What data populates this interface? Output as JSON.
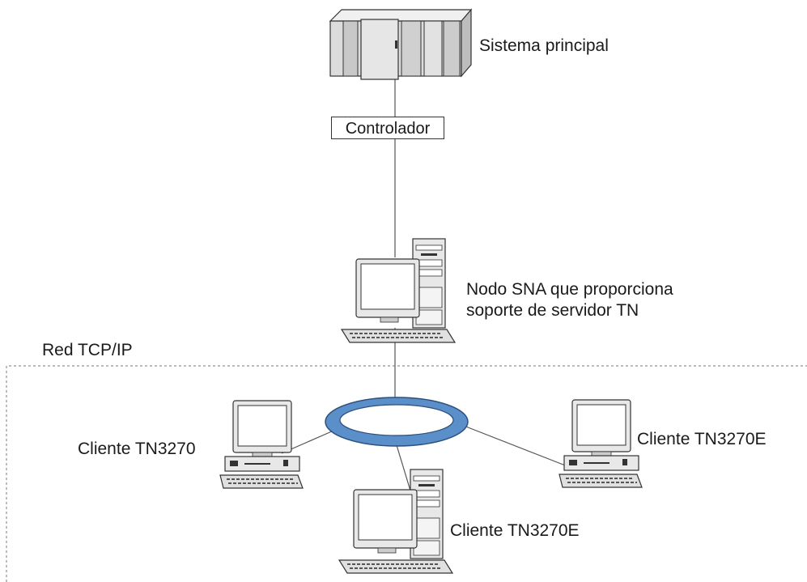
{
  "labels": {
    "host": "Sistema principal",
    "controller": "Controlador",
    "sna_node_line1": "Nodo SNA que proporciona",
    "sna_node_line2": "soporte de servidor TN",
    "network": "Red TCP/IP",
    "client_left": "Cliente TN3270",
    "client_right": "Cliente TN3270E",
    "client_bottom": "Cliente TN3270E"
  },
  "colors": {
    "ring_fill": "#5b8fc9",
    "ring_inner": "#ffffff",
    "mainframe_fill": "#dcdcdc",
    "line": "#555555",
    "dashed_border": "#777777"
  }
}
